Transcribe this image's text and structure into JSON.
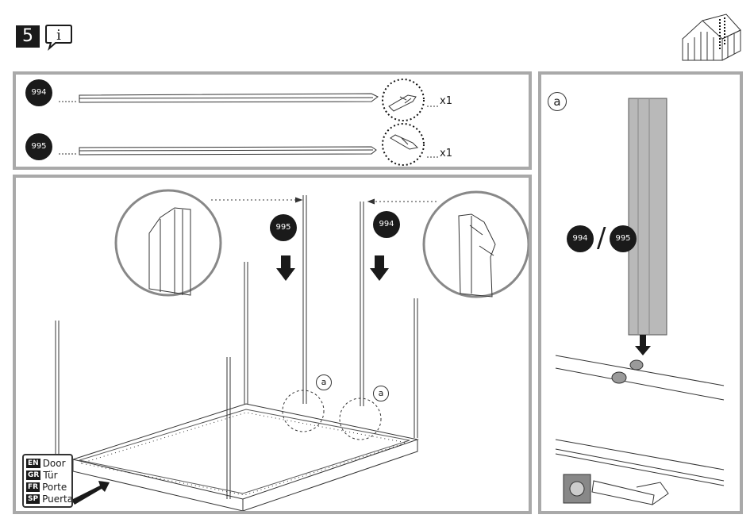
{
  "header": {
    "step_number": "5",
    "info_icon": "info-speech-bubble-icon",
    "shed_icon": "greenhouse-outline-icon"
  },
  "parts_panel": {
    "parts": [
      {
        "part_no": "994",
        "quantity": "x1"
      },
      {
        "part_no": "995",
        "quantity": "x1"
      }
    ]
  },
  "main_panel": {
    "callout_left_part": "995",
    "callout_right_part": "994",
    "detail_labels": [
      "a",
      "a"
    ]
  },
  "detail_panel": {
    "label": "a",
    "part_a": "994",
    "separator": "/",
    "part_b": "995"
  },
  "legend": {
    "items": [
      {
        "code": "EN",
        "text": "Door"
      },
      {
        "code": "GR",
        "text": "Tür"
      },
      {
        "code": "FR",
        "text": "Porte"
      },
      {
        "code": "SP",
        "text": "Puerta"
      }
    ]
  },
  "colors": {
    "panel_border": "#a9a9a9",
    "ink": "#1a1a1a",
    "profile_gray": "#b9b9b9"
  }
}
